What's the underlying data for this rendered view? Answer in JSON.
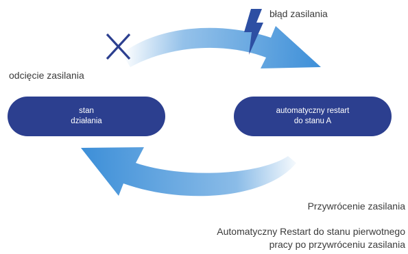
{
  "labels": {
    "power_fault": "błąd zasilania",
    "power_cutoff": "odcięcie zasilania",
    "power_restored": "Przywrócenie zasilania"
  },
  "states": {
    "running": {
      "line1": "stan",
      "line2": "działania"
    },
    "auto_restart": {
      "line1": "automatyczny restart",
      "line2": "do stanu A"
    }
  },
  "caption": {
    "line1": "Automatyczny Restart do stanu pierwotnego",
    "line2": "pracy po przywróceniu zasilania"
  },
  "icons": {
    "cutoff": "cross-icon",
    "fault": "lightning-bolt-icon"
  },
  "colors": {
    "arrow": "#3d8fd8",
    "pill": "#2c3f8f",
    "bolt": "#2d4fa3",
    "cross": "#2c3f8f"
  }
}
